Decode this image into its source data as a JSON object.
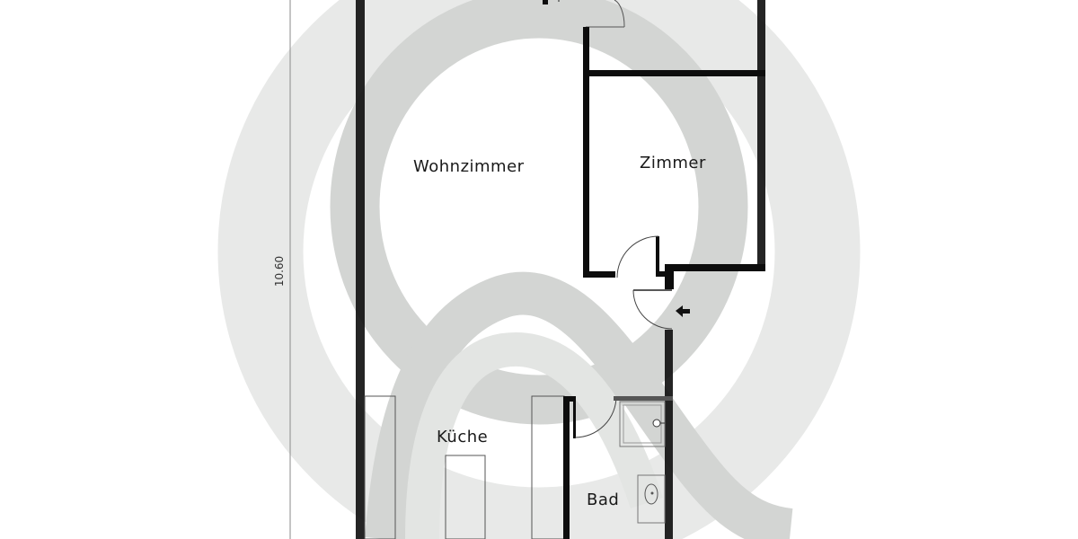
{
  "floorplan": {
    "rooms": [
      {
        "id": "wohnzimmer",
        "label": "Wohnzimmer"
      },
      {
        "id": "zimmer",
        "label": "Zimmer"
      },
      {
        "id": "kueche",
        "label": "Küche"
      },
      {
        "id": "bad",
        "label": "Bad"
      }
    ],
    "dimensions": {
      "height_label": "10.60"
    },
    "colors": {
      "wall": "#0d0d0d",
      "watermark_light": "#e8e9e8",
      "watermark_mid": "#d2d4d2",
      "fixture_line": "#555555",
      "background": "#ffffff"
    },
    "symbols": {
      "entrance": "entrance-arrow-icon",
      "shower": "shower-icon",
      "sink": "washbasin-icon"
    }
  }
}
